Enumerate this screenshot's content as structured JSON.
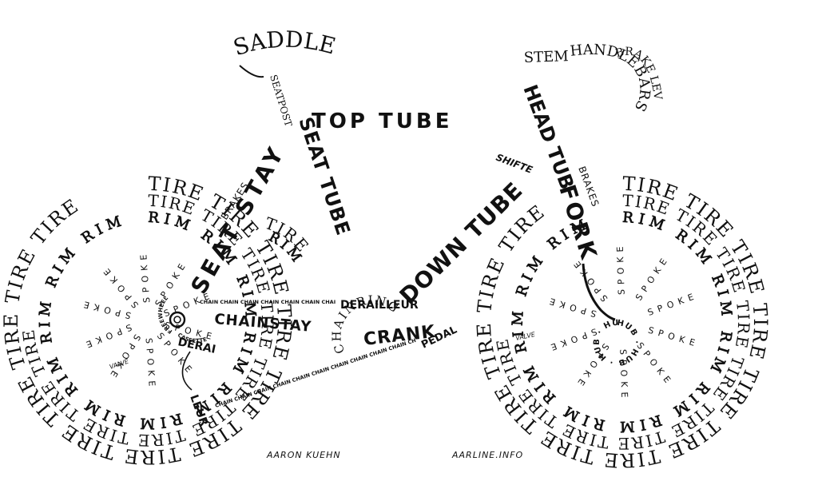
{
  "colors": {
    "ink": "#111111",
    "background": "#ffffff"
  },
  "labels": {
    "saddle": "SADDLE",
    "seatpost": "SEATPOST",
    "top_tube": "TOP TUBE",
    "seat_stay": "SEAT STAY",
    "seat_tube": "SEAT TUBE",
    "brakes": "BRAKES",
    "stem": "STEM",
    "handlebars": "HANDLEBARS",
    "brake_lever": "BRAKE LEVER",
    "head_tube": "HEAD TUBE",
    "shifter": "SHIFTER",
    "fork": "FORK",
    "down_tube": "DOWN TUBE",
    "chainstay": "CHAINSTAY",
    "derailleur_front": "DERAILLEUR",
    "derailleur_rear_1": "DERAI",
    "derailleur_rear_2": "LEUR",
    "chainring": "CHAINRING",
    "crank": "CRANK",
    "pedal": "PEDAL",
    "freewheel": "FREEWHEEL",
    "cassette": "CASSETTE",
    "chain": "CHAIN",
    "tire": "TIRE",
    "rim": "RIM",
    "spoke": "SPOKE",
    "valve": "VALVE",
    "hub": "HUB"
  },
  "credits": {
    "author": "AARON KUEHN",
    "site": "AARLINE.INFO"
  }
}
